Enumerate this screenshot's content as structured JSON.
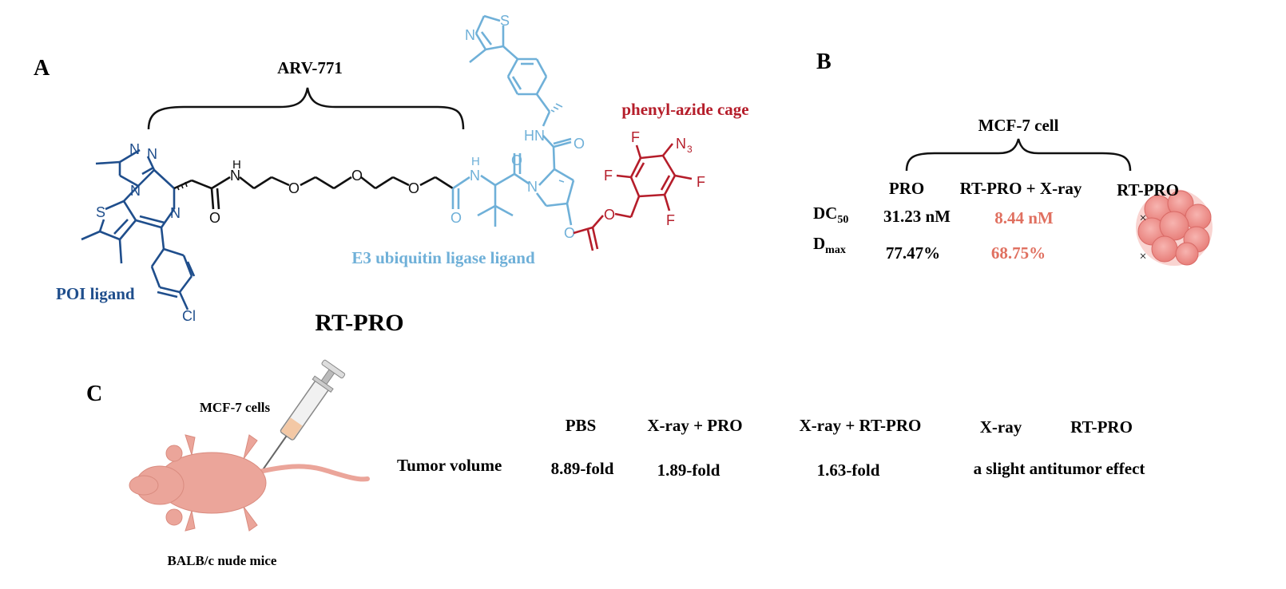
{
  "panelA": {
    "label": "A",
    "compound_name": "RT-PRO",
    "bracket_label": "ARV-771",
    "poi_label": "POI ligand",
    "e3_label": "E3 ubiquitin ligase ligand",
    "cage_label": "phenyl-azide cage",
    "colors": {
      "poi": "#1f4e8c",
      "linker": "#111111",
      "e3": "#6fb0d8",
      "cage": "#b51d2a"
    },
    "atoms": {
      "n": "N",
      "nh_h": "H",
      "s": "S",
      "o": "O",
      "cl": "Cl",
      "f": "F",
      "n3": "N",
      "n3_sub": "3",
      "hn": "HN"
    }
  },
  "panelB": {
    "label": "B",
    "group_label": "MCF-7 cell",
    "columns": [
      "PRO",
      "RT-PRO + X-ray",
      "RT-PRO"
    ],
    "rows": [
      {
        "label_main": "DC",
        "label_sub": "50",
        "values": [
          "31.23 nM",
          "8.44 nM",
          "×"
        ]
      },
      {
        "label_main": "D",
        "label_sub": "max",
        "values": [
          "77.47%",
          "68.75%",
          "×"
        ]
      }
    ],
    "colors": {
      "highlight": "#e07060",
      "cell": "#f08c8c"
    }
  },
  "panelC": {
    "label": "C",
    "cells_label": "MCF-7 cells",
    "mice_label": "BALB/c nude mice",
    "row_label": "Tumor volume",
    "columns": [
      "PBS",
      "X-ray + PRO",
      "X-ray + RT-PRO",
      "X-ray",
      "RT-PRO"
    ],
    "values": [
      "8.89-fold",
      "1.89-fold",
      "1.63-fold",
      "a slight antitumor effect"
    ],
    "colors": {
      "mouse": "#eba59a"
    }
  }
}
